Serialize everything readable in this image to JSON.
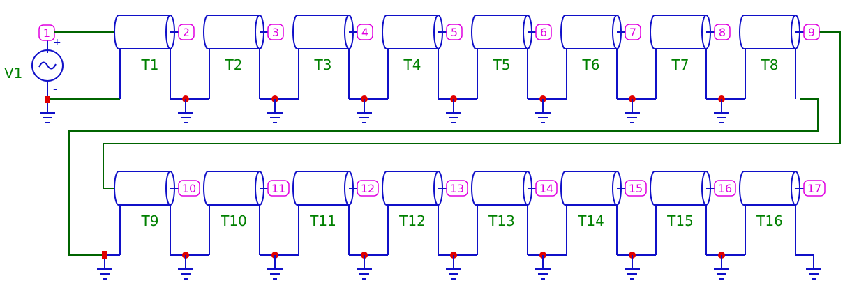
{
  "source": {
    "label": "V1",
    "node": "1",
    "plus": "+",
    "minus": "-"
  },
  "row1": {
    "lines": [
      "T1",
      "T2",
      "T3",
      "T4",
      "T5",
      "T6",
      "T7",
      "T8"
    ],
    "nodes": [
      "2",
      "3",
      "4",
      "5",
      "6",
      "7",
      "8",
      "9"
    ]
  },
  "row2": {
    "lines": [
      "T9",
      "T10",
      "T11",
      "T12",
      "T13",
      "T14",
      "T15",
      "T16"
    ],
    "nodes": [
      "10",
      "11",
      "12",
      "13",
      "14",
      "15",
      "16",
      "17"
    ]
  },
  "colors": {
    "component": "#1010c8",
    "wire": "#006400",
    "node": "#e000e0",
    "label": "#008000",
    "junction": "#e00000"
  }
}
